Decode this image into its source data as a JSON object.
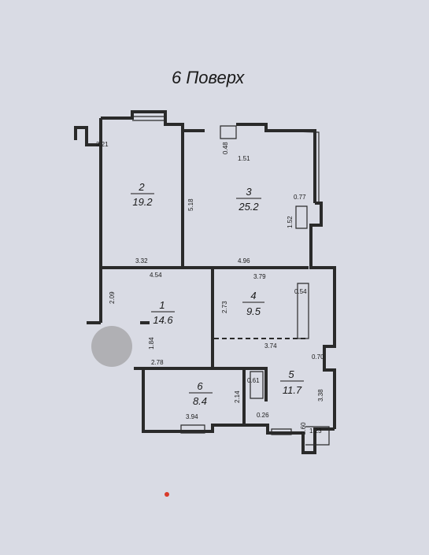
{
  "floor_title": "6 Поверх",
  "rooms": [
    {
      "number": "2",
      "area": "19.2"
    },
    {
      "number": "3",
      "area": "25.2"
    },
    {
      "number": "1",
      "area": "14.6"
    },
    {
      "number": "4",
      "area": "9.5"
    },
    {
      "number": "5",
      "area": "11.7"
    },
    {
      "number": "6",
      "area": "8.4"
    }
  ],
  "dimensions": [
    "3.21",
    "0.48",
    "1.51",
    "5.18",
    "0.77",
    "1.52",
    "3.32",
    "4.96",
    "4.54",
    "3.79",
    "2.09",
    "2.73",
    "0.54",
    "1.84",
    "3.74",
    "0.70",
    "2.78",
    "0.61",
    "3.38",
    "2.14",
    "3.94",
    "0.26",
    "2.60",
    "1.23"
  ],
  "colors": {
    "paper": "#d9dbe4",
    "ink": "#2a2a2a",
    "stamp": "#b0b0b4",
    "dot": "#d93a2a"
  }
}
